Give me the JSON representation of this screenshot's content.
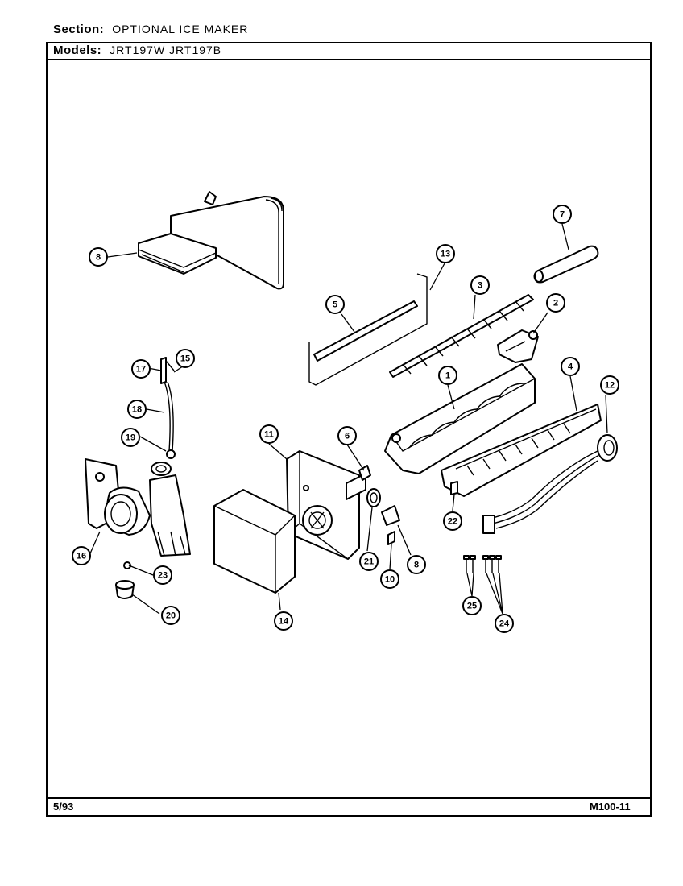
{
  "header": {
    "section_label": "Section:",
    "section_value": "OPTIONAL ICE MAKER",
    "models_label": "Models:",
    "models_value": "JRT197W  JRT197B"
  },
  "footer": {
    "date": "5/93",
    "page_code": "M100-11"
  },
  "callouts": [
    {
      "id": "c1",
      "label": "1"
    },
    {
      "id": "c2",
      "label": "2"
    },
    {
      "id": "c3",
      "label": "3"
    },
    {
      "id": "c4",
      "label": "4"
    },
    {
      "id": "c5",
      "label": "5"
    },
    {
      "id": "c6",
      "label": "6"
    },
    {
      "id": "c7",
      "label": "7"
    },
    {
      "id": "c8a",
      "label": "8"
    },
    {
      "id": "c8b",
      "label": "8"
    },
    {
      "id": "c10",
      "label": "10"
    },
    {
      "id": "c11",
      "label": "11"
    },
    {
      "id": "c12",
      "label": "12"
    },
    {
      "id": "c13",
      "label": "13"
    },
    {
      "id": "c14",
      "label": "14"
    },
    {
      "id": "c15",
      "label": "15"
    },
    {
      "id": "c16",
      "label": "16"
    },
    {
      "id": "c17",
      "label": "17"
    },
    {
      "id": "c18",
      "label": "18"
    },
    {
      "id": "c19",
      "label": "19"
    },
    {
      "id": "c20",
      "label": "20"
    },
    {
      "id": "c21",
      "label": "21"
    },
    {
      "id": "c22",
      "label": "22"
    },
    {
      "id": "c23",
      "label": "23"
    },
    {
      "id": "c24",
      "label": "24"
    },
    {
      "id": "c25",
      "label": "25"
    }
  ]
}
